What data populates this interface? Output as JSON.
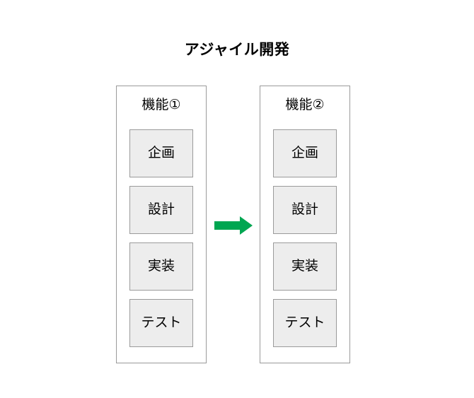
{
  "diagram": {
    "title": "アジャイル開発",
    "background_color": "#ffffff",
    "accent_color": "#00a651",
    "box_fill_color": "#ededed",
    "box_border_color": "#9a9a9a",
    "column_border_color": "#9a9a9a",
    "columns": [
      {
        "header": "機能①",
        "phases": [
          {
            "label": "企画"
          },
          {
            "label": "設計"
          },
          {
            "label": "実装"
          },
          {
            "label": "テスト"
          }
        ]
      },
      {
        "header": "機能②",
        "phases": [
          {
            "label": "企画"
          },
          {
            "label": "設計"
          },
          {
            "label": "実装"
          },
          {
            "label": "テスト"
          }
        ]
      }
    ],
    "connector": {
      "icon": "arrow-right-icon",
      "direction": "right",
      "color": "#00a651"
    }
  }
}
